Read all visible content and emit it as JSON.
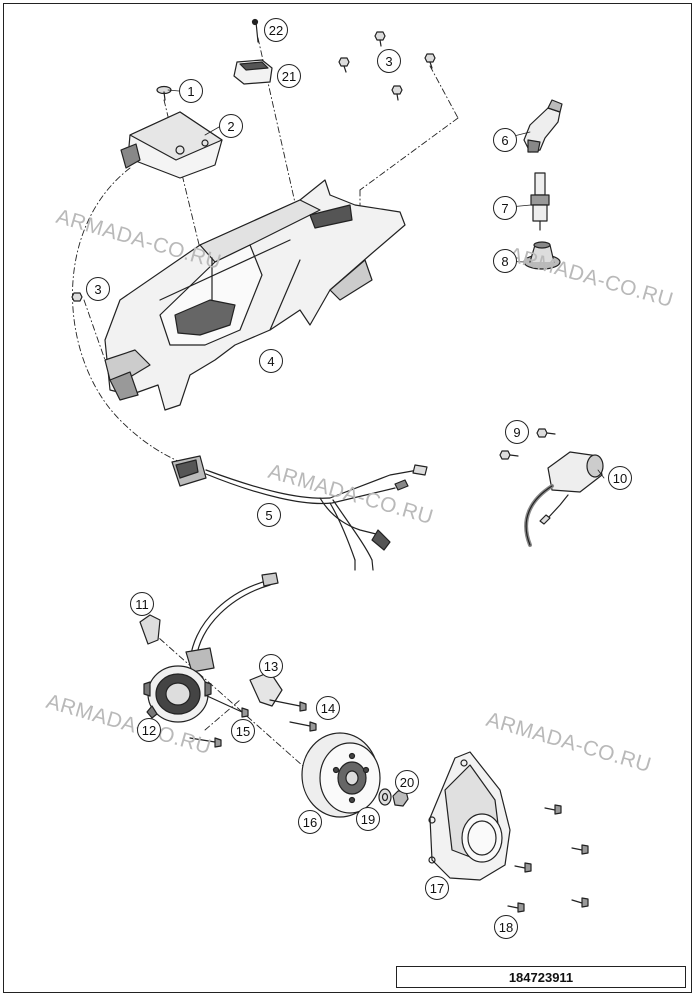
{
  "watermark": "ARMADA-CO.RU",
  "callouts": [
    {
      "id": "1",
      "label": "1"
    },
    {
      "id": "2",
      "label": "2"
    },
    {
      "id": "3a",
      "label": "3"
    },
    {
      "id": "3b",
      "label": "3"
    },
    {
      "id": "4",
      "label": "4"
    },
    {
      "id": "5",
      "label": "5"
    },
    {
      "id": "6",
      "label": "6"
    },
    {
      "id": "7",
      "label": "7"
    },
    {
      "id": "8",
      "label": "8"
    },
    {
      "id": "9",
      "label": "9"
    },
    {
      "id": "10",
      "label": "10"
    },
    {
      "id": "11",
      "label": "11"
    },
    {
      "id": "12",
      "label": "12"
    },
    {
      "id": "13",
      "label": "13"
    },
    {
      "id": "14",
      "label": "14"
    },
    {
      "id": "15",
      "label": "15"
    },
    {
      "id": "16",
      "label": "16"
    },
    {
      "id": "17",
      "label": "17"
    },
    {
      "id": "18",
      "label": "18"
    },
    {
      "id": "19",
      "label": "19"
    },
    {
      "id": "20",
      "label": "20"
    },
    {
      "id": "21",
      "label": "21"
    },
    {
      "id": "22",
      "label": "22"
    }
  ],
  "diagram_number": "184723911"
}
